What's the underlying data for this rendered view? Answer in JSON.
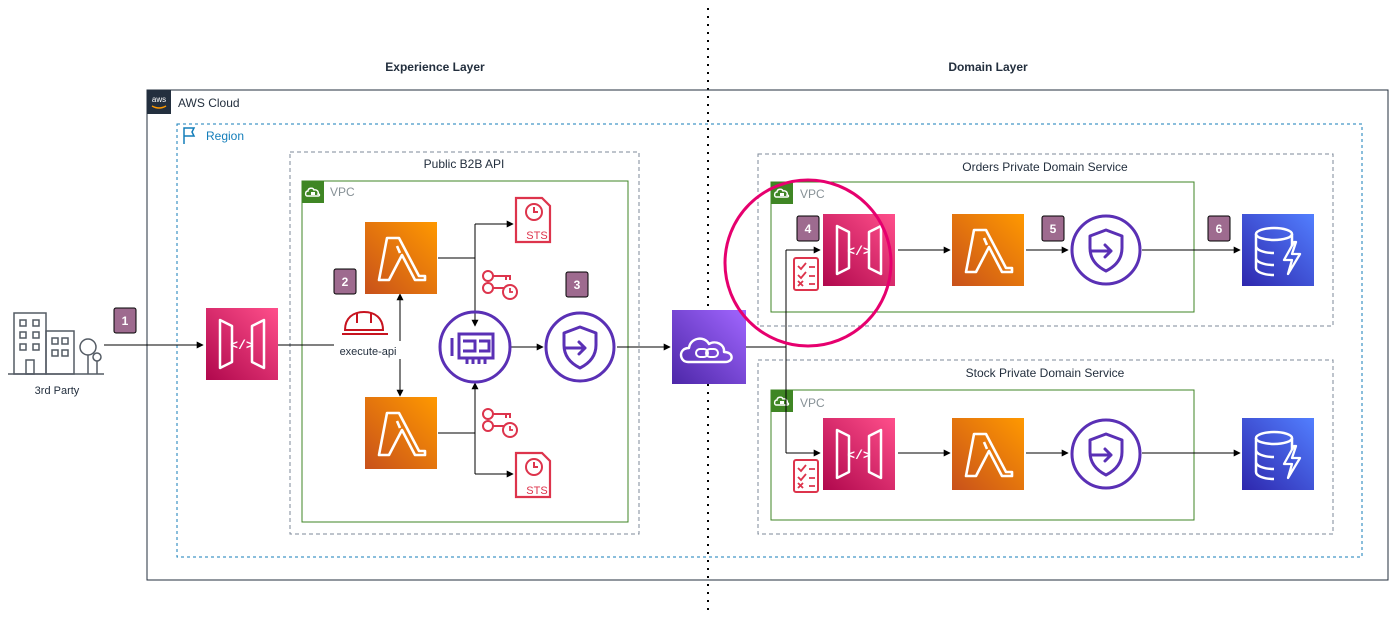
{
  "layers": {
    "experience": "Experience Layer",
    "domain": "Domain Layer"
  },
  "cloud": {
    "label": "AWS Cloud",
    "logo_text": "aws"
  },
  "region": {
    "label": "Region"
  },
  "groups": {
    "public_api": "Public B2B API",
    "orders": "Orders Private Domain Service",
    "stock": "Stock Private Domain Service"
  },
  "vpc_label": "VPC",
  "third_party": "3rd Party",
  "execute_api": "execute-api",
  "sts_label": "STS",
  "badges": {
    "b1": "1",
    "b2": "2",
    "b3": "3",
    "b4": "4",
    "b5": "5",
    "b6": "6"
  },
  "icons": {
    "building": "building-icon",
    "api_gateway": "api-gateway-icon",
    "lambda": "lambda-icon",
    "sts": "sts-icon",
    "secrets": "secrets-manager-icon",
    "network_interface": "network-interface-icon",
    "vpc_endpoint": "vpc-endpoint-icon",
    "privatelink": "privatelink-icon",
    "dynamodb": "dynamodb-icon",
    "checklist": "checklist-icon",
    "hardhat": "hardhat-icon"
  },
  "colors": {
    "api_gateway": "#e7157b",
    "lambda": "#ed7100",
    "networking": "#8c4fff",
    "security": "#dd344c",
    "database": "#3334eb",
    "vpc_border": "#3f8624",
    "region_border": "#147eba",
    "highlight_circle": "#e6006e",
    "badge": "#9e6b8f"
  }
}
